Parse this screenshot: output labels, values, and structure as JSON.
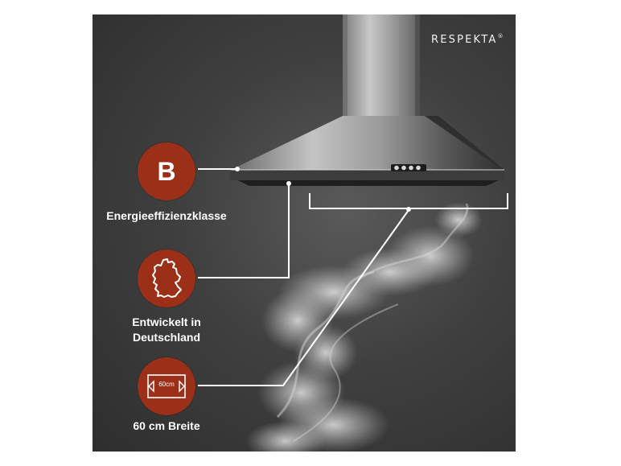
{
  "brand": {
    "name": "RESPEKTA",
    "mark": "®"
  },
  "features": [
    {
      "badge_text": "B",
      "icon": "energy-class-letter",
      "caption_lines": [
        "Energieeffizienzklasse"
      ]
    },
    {
      "icon": "germany-map-icon",
      "caption_lines": [
        "Entwickelt in",
        "Deutschland"
      ]
    },
    {
      "icon": "width-60cm-icon",
      "icon_label": "60cm",
      "caption_lines": [
        "60 cm Breite"
      ]
    }
  ],
  "colors": {
    "badge": "#9b2f17",
    "panel": "#3a3a3a",
    "line": "#ffffff",
    "steel": "#b9b9b9"
  }
}
